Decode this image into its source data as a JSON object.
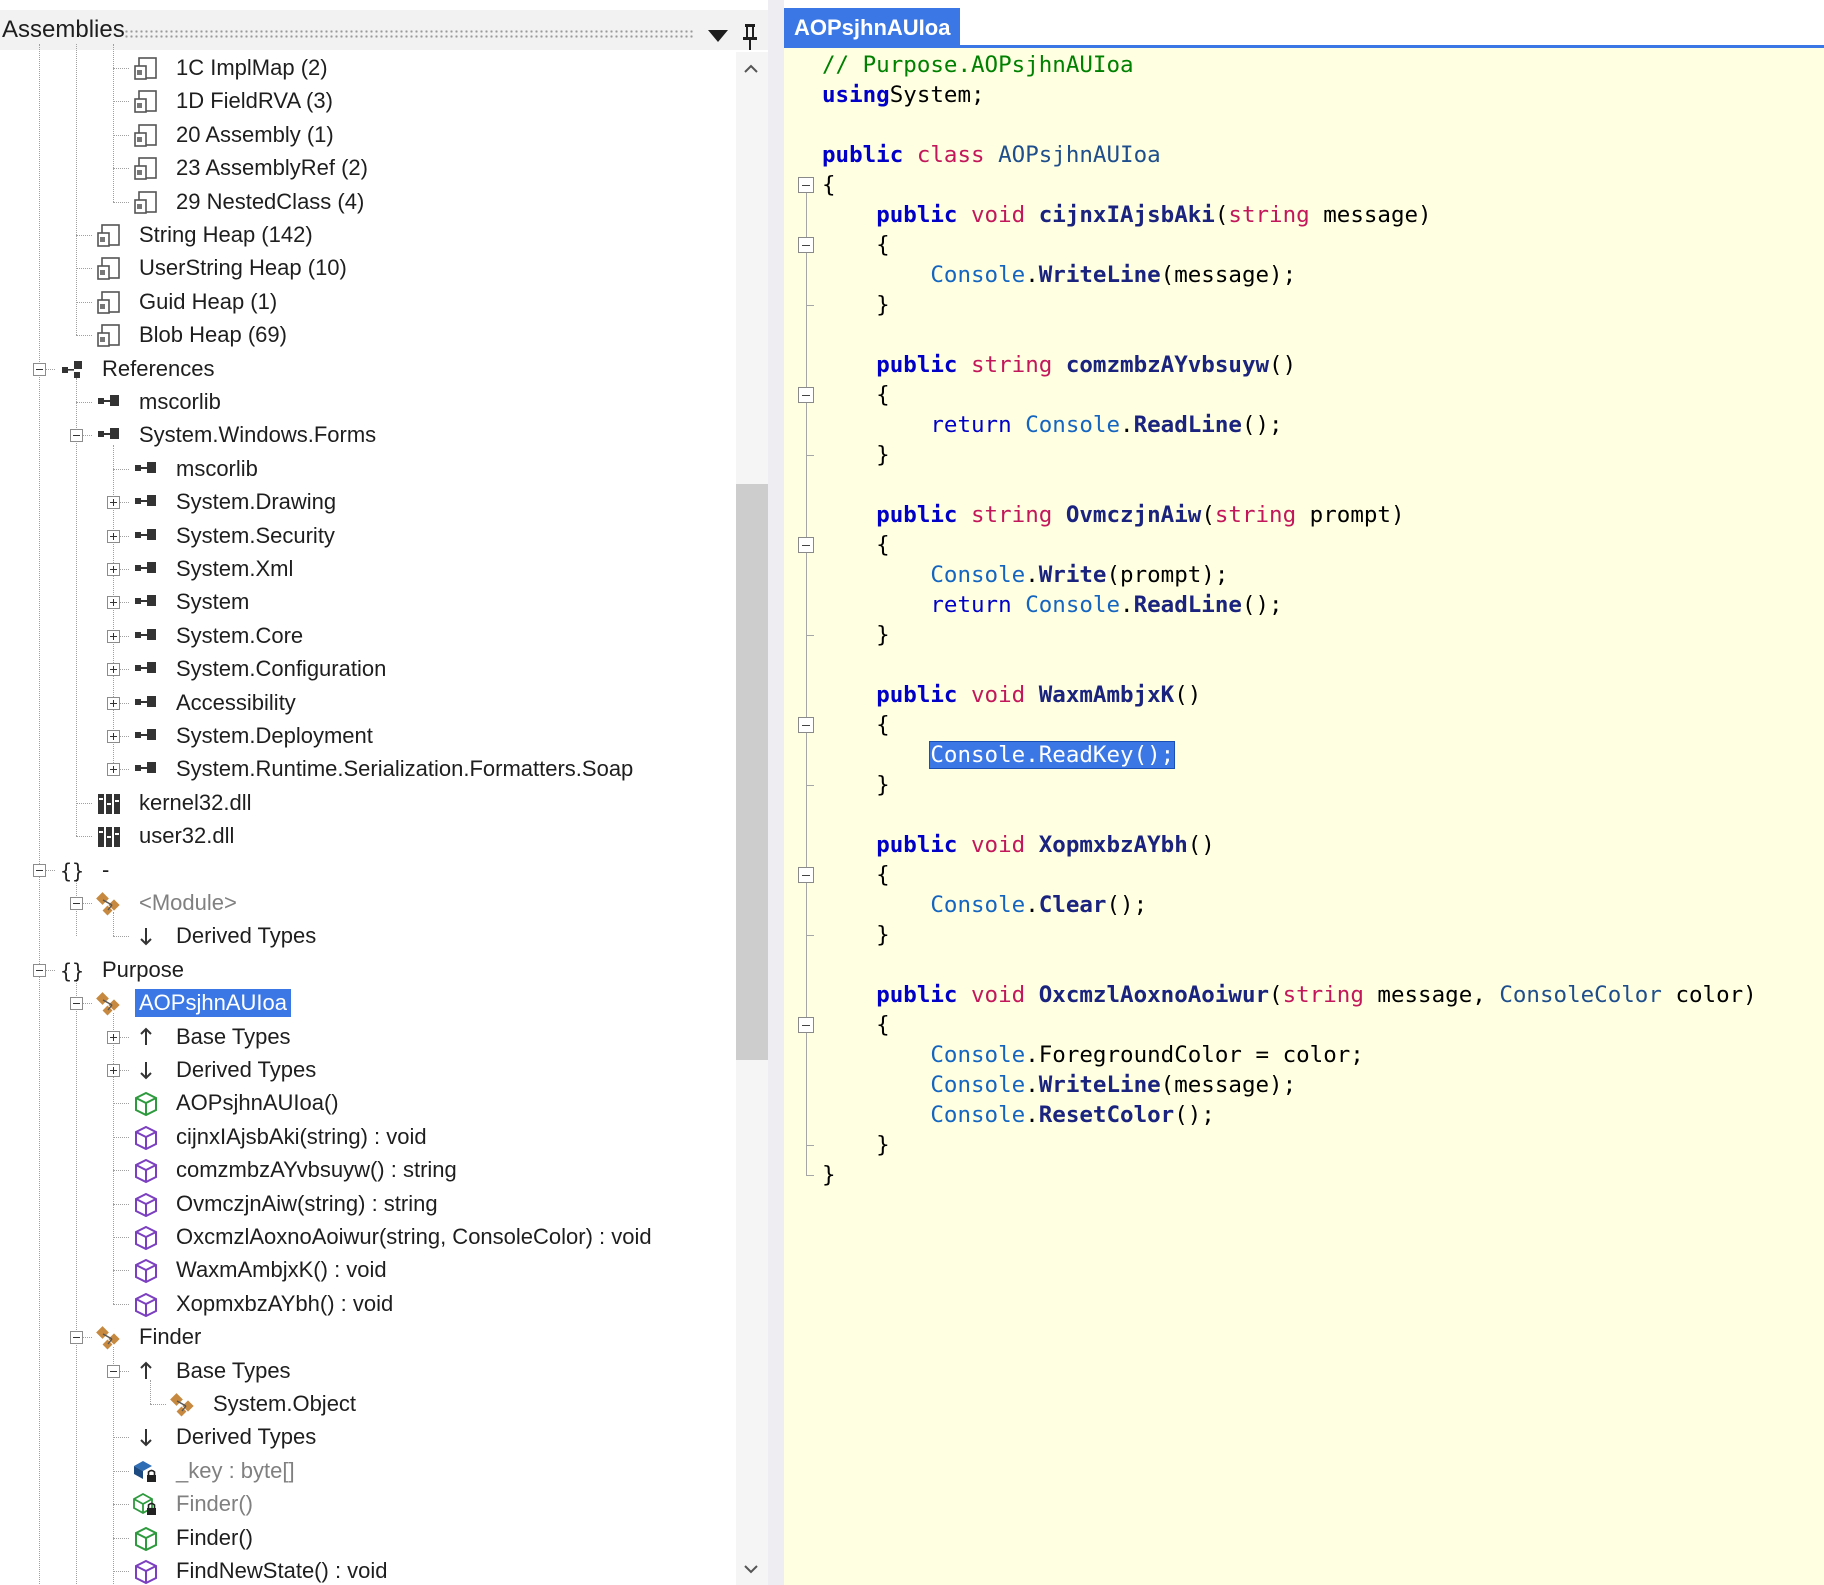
{
  "assemblies_panel": {
    "title": "Assemblies",
    "tree": [
      {
        "label": "1C ImplMap (2)",
        "icon": "table-icon",
        "level": 3,
        "expander": "none"
      },
      {
        "label": "1D FieldRVA (3)",
        "icon": "table-icon",
        "level": 3,
        "expander": "none"
      },
      {
        "label": "20 Assembly (1)",
        "icon": "table-icon",
        "level": 3,
        "expander": "none"
      },
      {
        "label": "23 AssemblyRef (2)",
        "icon": "table-icon",
        "level": 3,
        "expander": "none"
      },
      {
        "label": "29 NestedClass (4)",
        "icon": "table-icon",
        "level": 3,
        "expander": "none"
      },
      {
        "label": "String Heap (142)",
        "icon": "table-icon",
        "level": 2,
        "expander": "none"
      },
      {
        "label": "UserString Heap (10)",
        "icon": "table-icon",
        "level": 2,
        "expander": "none"
      },
      {
        "label": "Guid Heap (1)",
        "icon": "table-icon",
        "level": 2,
        "expander": "none"
      },
      {
        "label": "Blob Heap (69)",
        "icon": "table-icon",
        "level": 2,
        "expander": "none"
      },
      {
        "label": "References",
        "icon": "references-icon",
        "level": 1,
        "expander": "minus"
      },
      {
        "label": "mscorlib",
        "icon": "reference-icon",
        "level": 2,
        "expander": "none"
      },
      {
        "label": "System.Windows.Forms",
        "icon": "reference-icon",
        "level": 2,
        "expander": "minus"
      },
      {
        "label": "mscorlib",
        "icon": "reference-icon",
        "level": 3,
        "expander": "none"
      },
      {
        "label": "System.Drawing",
        "icon": "reference-icon",
        "level": 3,
        "expander": "plus"
      },
      {
        "label": "System.Security",
        "icon": "reference-icon",
        "level": 3,
        "expander": "plus"
      },
      {
        "label": "System.Xml",
        "icon": "reference-icon",
        "level": 3,
        "expander": "plus"
      },
      {
        "label": "System",
        "icon": "reference-icon",
        "level": 3,
        "expander": "plus"
      },
      {
        "label": "System.Core",
        "icon": "reference-icon",
        "level": 3,
        "expander": "plus"
      },
      {
        "label": "System.Configuration",
        "icon": "reference-icon",
        "level": 3,
        "expander": "plus"
      },
      {
        "label": "Accessibility",
        "icon": "reference-icon",
        "level": 3,
        "expander": "plus"
      },
      {
        "label": "System.Deployment",
        "icon": "reference-icon",
        "level": 3,
        "expander": "plus"
      },
      {
        "label": "System.Runtime.Serialization.Formatters.Soap",
        "icon": "reference-icon",
        "level": 3,
        "expander": "plus"
      },
      {
        "label": "kernel32.dll",
        "icon": "dll-icon",
        "level": 2,
        "expander": "none"
      },
      {
        "label": "user32.dll",
        "icon": "dll-icon",
        "level": 2,
        "expander": "none"
      },
      {
        "label": "-",
        "icon": "namespace-icon",
        "level": 1,
        "expander": "minus"
      },
      {
        "label": "<Module>",
        "icon": "class-icon",
        "level": 2,
        "expander": "minus",
        "gray": true
      },
      {
        "label": "Derived Types",
        "icon": "derived-types-icon",
        "level": 3,
        "expander": "none"
      },
      {
        "label": "Purpose",
        "icon": "namespace-icon",
        "level": 1,
        "expander": "minus"
      },
      {
        "label": "AOPsjhnAUIoa",
        "icon": "class-icon",
        "level": 2,
        "expander": "minus",
        "selected": true
      },
      {
        "label": "Base Types",
        "icon": "base-types-icon",
        "level": 3,
        "expander": "plus"
      },
      {
        "label": "Derived Types",
        "icon": "derived-types-icon",
        "level": 3,
        "expander": "plus"
      },
      {
        "label": "AOPsjhnAUIoa()",
        "icon": "constructor-icon",
        "level": 3,
        "expander": "none"
      },
      {
        "label": "cijnxIAjsbAki(string) : void",
        "icon": "method-icon",
        "level": 3,
        "expander": "none"
      },
      {
        "label": "comzmbzAYvbsuyw() : string",
        "icon": "method-icon",
        "level": 3,
        "expander": "none"
      },
      {
        "label": "OvmczjnAiw(string) : string",
        "icon": "method-icon",
        "level": 3,
        "expander": "none"
      },
      {
        "label": "OxcmzlAoxnoAoiwur(string, ConsoleColor) : void",
        "icon": "method-icon",
        "level": 3,
        "expander": "none"
      },
      {
        "label": "WaxmAmbjxK() : void",
        "icon": "method-icon",
        "level": 3,
        "expander": "none"
      },
      {
        "label": "XopmxbzAYbh() : void",
        "icon": "method-icon",
        "level": 3,
        "expander": "none"
      },
      {
        "label": "Finder",
        "icon": "class-icon",
        "level": 2,
        "expander": "minus"
      },
      {
        "label": "Base Types",
        "icon": "base-types-icon",
        "level": 3,
        "expander": "minus"
      },
      {
        "label": "System.Object",
        "icon": "class-icon",
        "level": 4,
        "expander": "none"
      },
      {
        "label": "Derived Types",
        "icon": "derived-types-icon",
        "level": 3,
        "expander": "none"
      },
      {
        "label": "_key : byte[]",
        "icon": "private-field-icon",
        "level": 3,
        "expander": "none",
        "gray": true
      },
      {
        "label": "Finder()",
        "icon": "private-constructor-icon",
        "level": 3,
        "expander": "none",
        "gray": true
      },
      {
        "label": "Finder()",
        "icon": "constructor-icon",
        "level": 3,
        "expander": "none"
      },
      {
        "label": "FindNewState() : void",
        "icon": "method-icon",
        "level": 3,
        "expander": "none"
      }
    ]
  },
  "editor": {
    "tab_title": "AOPsjhnAUIoa",
    "lines": [
      [
        [
          "cm",
          "// Purpose.AOPsjhnAUIoa"
        ]
      ],
      [
        [
          "kw",
          "using"
        ],
        [
          "",
          "System;"
        ]
      ],
      [],
      [
        [
          "kw",
          "public"
        ],
        [
          "",
          " "
        ],
        [
          "ty",
          "class"
        ],
        [
          "",
          " "
        ],
        [
          "cls",
          "AOPsjhnAUIoa"
        ]
      ],
      [
        [
          "",
          "{"
        ]
      ],
      [
        [
          "",
          "    "
        ],
        [
          "kw",
          "public"
        ],
        [
          "",
          " "
        ],
        [
          "ty",
          "void"
        ],
        [
          "",
          " "
        ],
        [
          "fn",
          "cijnxIAjsbAki"
        ],
        [
          "",
          "("
        ],
        [
          "ty",
          "string"
        ],
        [
          "",
          " message)"
        ]
      ],
      [
        [
          "",
          "    {"
        ]
      ],
      [
        [
          "",
          "        "
        ],
        [
          "tn",
          "Console"
        ],
        [
          "",
          "."
        ],
        [
          "fn",
          "WriteLine"
        ],
        [
          "",
          "(message);"
        ]
      ],
      [
        [
          "",
          "    }"
        ]
      ],
      [],
      [
        [
          "",
          "    "
        ],
        [
          "kw",
          "public"
        ],
        [
          "",
          " "
        ],
        [
          "ty",
          "string"
        ],
        [
          "",
          " "
        ],
        [
          "fn",
          "comzmbzAYvbsuyw"
        ],
        [
          "",
          "()"
        ]
      ],
      [
        [
          "",
          "    {"
        ]
      ],
      [
        [
          "",
          "        "
        ],
        [
          "kwn",
          "return"
        ],
        [
          "",
          " "
        ],
        [
          "tn",
          "Console"
        ],
        [
          "",
          "."
        ],
        [
          "fn",
          "ReadLine"
        ],
        [
          "",
          "();"
        ]
      ],
      [
        [
          "",
          "    }"
        ]
      ],
      [],
      [
        [
          "",
          "    "
        ],
        [
          "kw",
          "public"
        ],
        [
          "",
          " "
        ],
        [
          "ty",
          "string"
        ],
        [
          "",
          " "
        ],
        [
          "fn",
          "OvmczjnAiw"
        ],
        [
          "",
          "("
        ],
        [
          "ty",
          "string"
        ],
        [
          "",
          " prompt)"
        ]
      ],
      [
        [
          "",
          "    {"
        ]
      ],
      [
        [
          "",
          "        "
        ],
        [
          "tn",
          "Console"
        ],
        [
          "",
          "."
        ],
        [
          "fn",
          "Write"
        ],
        [
          "",
          "(prompt);"
        ]
      ],
      [
        [
          "",
          "        "
        ],
        [
          "kwn",
          "return"
        ],
        [
          "",
          " "
        ],
        [
          "tn",
          "Console"
        ],
        [
          "",
          "."
        ],
        [
          "fn",
          "ReadLine"
        ],
        [
          "",
          "();"
        ]
      ],
      [
        [
          "",
          "    }"
        ]
      ],
      [],
      [
        [
          "",
          "    "
        ],
        [
          "kw",
          "public"
        ],
        [
          "",
          " "
        ],
        [
          "ty",
          "void"
        ],
        [
          "",
          " "
        ],
        [
          "fn",
          "WaxmAmbjxK"
        ],
        [
          "",
          "()"
        ]
      ],
      [
        [
          "",
          "    {"
        ]
      ],
      [
        [
          "",
          "        "
        ],
        [
          "hl",
          "Console.ReadKey();"
        ]
      ],
      [
        [
          "",
          "    }"
        ]
      ],
      [],
      [
        [
          "",
          "    "
        ],
        [
          "kw",
          "public"
        ],
        [
          "",
          " "
        ],
        [
          "ty",
          "void"
        ],
        [
          "",
          " "
        ],
        [
          "fn",
          "XopmxbzAYbh"
        ],
        [
          "",
          "()"
        ]
      ],
      [
        [
          "",
          "    {"
        ]
      ],
      [
        [
          "",
          "        "
        ],
        [
          "tn",
          "Console"
        ],
        [
          "",
          "."
        ],
        [
          "fn",
          "Clear"
        ],
        [
          "",
          "();"
        ]
      ],
      [
        [
          "",
          "    }"
        ]
      ],
      [],
      [
        [
          "",
          "    "
        ],
        [
          "kw",
          "public"
        ],
        [
          "",
          " "
        ],
        [
          "ty",
          "void"
        ],
        [
          "",
          " "
        ],
        [
          "fn",
          "OxcmzlAoxnoAoiwur"
        ],
        [
          "",
          "("
        ],
        [
          "ty",
          "string"
        ],
        [
          "",
          " message, "
        ],
        [
          "cls",
          "ConsoleColor"
        ],
        [
          "",
          " color)"
        ]
      ],
      [
        [
          "",
          "    {"
        ]
      ],
      [
        [
          "",
          "        "
        ],
        [
          "tn",
          "Console"
        ],
        [
          "",
          ".ForegroundColor = color;"
        ]
      ],
      [
        [
          "",
          "        "
        ],
        [
          "tn",
          "Console"
        ],
        [
          "",
          "."
        ],
        [
          "fn",
          "WriteLine"
        ],
        [
          "",
          "(message);"
        ]
      ],
      [
        [
          "",
          "        "
        ],
        [
          "tn",
          "Console"
        ],
        [
          "",
          "."
        ],
        [
          "fn",
          "ResetColor"
        ],
        [
          "",
          "();"
        ]
      ],
      [
        [
          "",
          "    }"
        ]
      ],
      [
        [
          "",
          "}"
        ]
      ]
    ]
  },
  "colors": {
    "selection": "#3b78e6",
    "editor_background": "#ffffe1",
    "keyword": "#0000c8",
    "type_keyword": "#c2185b",
    "comment": "#008000"
  }
}
